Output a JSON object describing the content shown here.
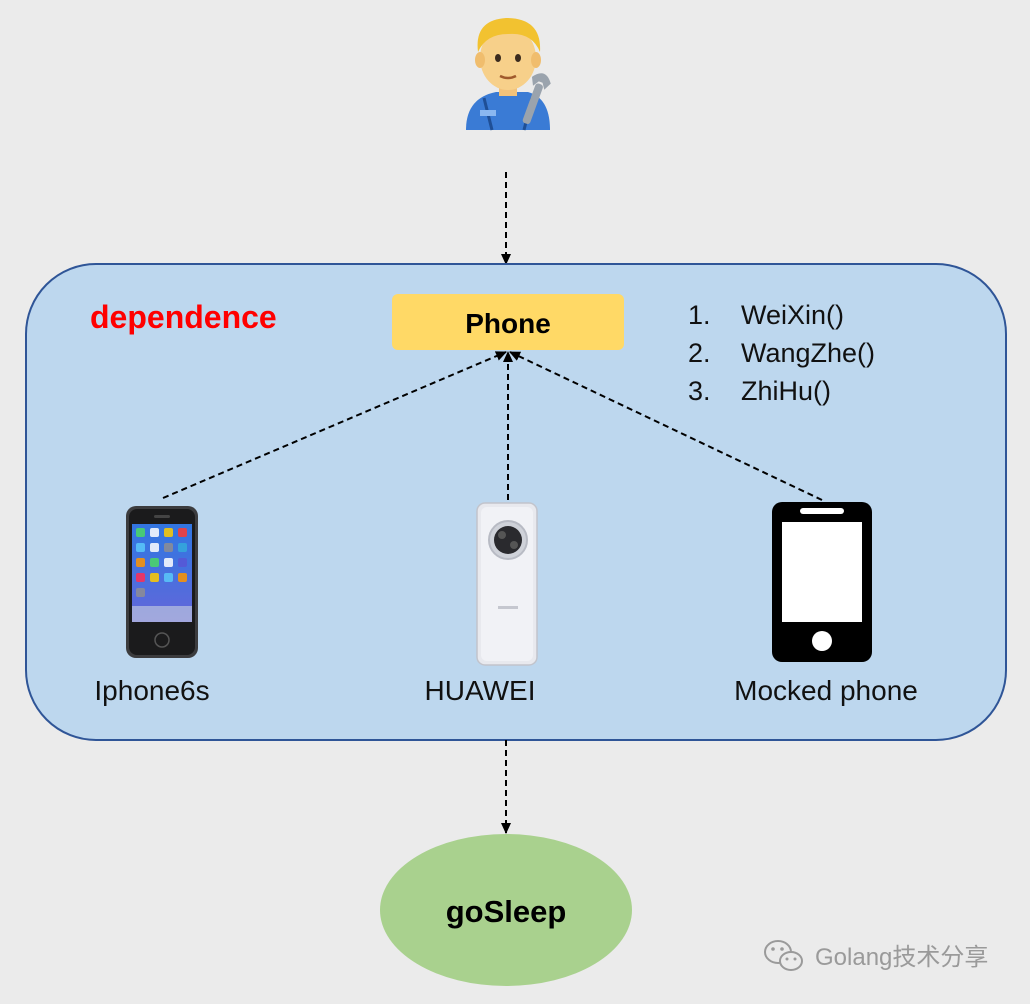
{
  "diagram": {
    "container_label": "dependence",
    "interface_label": "Phone",
    "methods": [
      {
        "num": "1.",
        "name": "WeiXin()"
      },
      {
        "num": "2.",
        "name": "WangZhe()"
      },
      {
        "num": "3.",
        "name": "ZhiHu()"
      }
    ],
    "implementations": [
      {
        "label": "Iphone6s",
        "icon": "iphone-icon"
      },
      {
        "label": "HUAWEI",
        "icon": "huawei-phone-icon"
      },
      {
        "label": "Mocked phone",
        "icon": "mocked-phone-icon"
      }
    ],
    "consumer_label": "goSleep",
    "user_icon": "mechanic-emoji-icon",
    "watermark": "Golang技术分享"
  },
  "colors": {
    "background": "#ebebeb",
    "container_fill": "#bdd7ee",
    "container_stroke": "#2f5597",
    "interface_fill": "#ffd966",
    "consumer_fill": "#a9d18e",
    "dependence_text": "#ff0000",
    "arrow": "#000000",
    "watermark": "#9a9a9a"
  }
}
